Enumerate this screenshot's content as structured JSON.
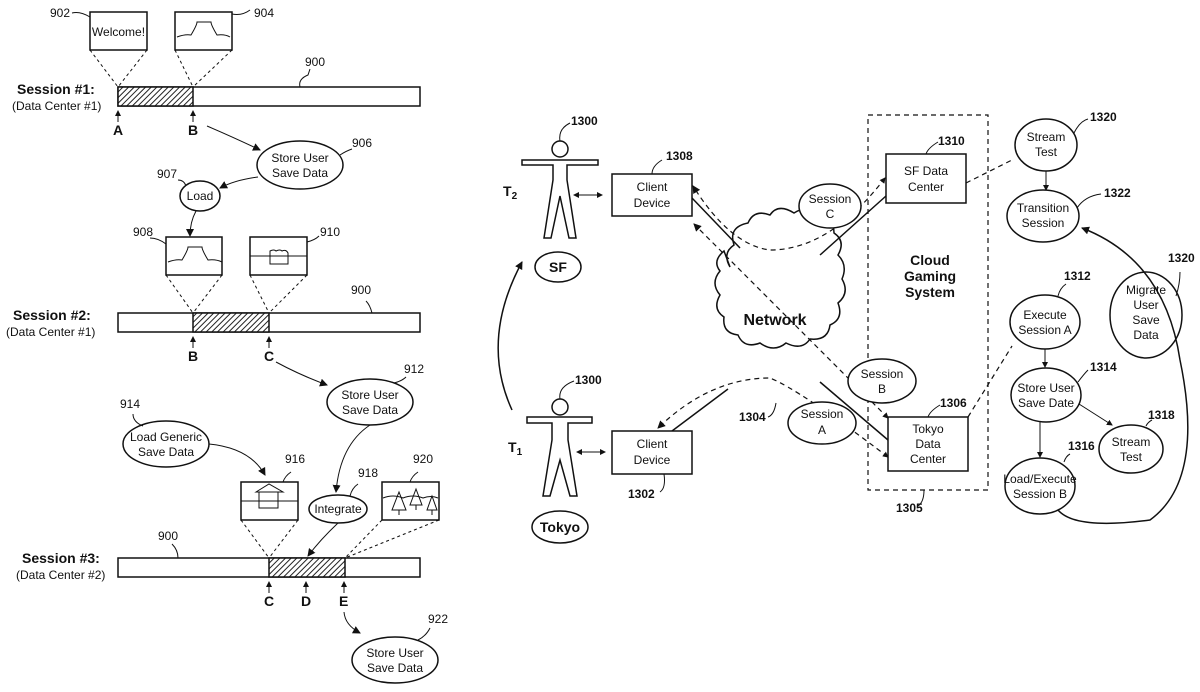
{
  "left_figure": {
    "sessions": [
      {
        "title": "Session #1:",
        "subtitle": "(Data Center #1)",
        "bar_ref": "900",
        "markers": [
          "A",
          "B"
        ]
      },
      {
        "title": "Session #2:",
        "subtitle": "(Data Center #1)",
        "bar_ref": "900",
        "markers": [
          "B",
          "C"
        ]
      },
      {
        "title": "Session #3:",
        "subtitle": "(Data Center #2)",
        "bar_ref": "900",
        "markers": [
          "C",
          "D",
          "E"
        ]
      }
    ],
    "frames": {
      "f902": {
        "ref": "902",
        "text": "Welcome!"
      },
      "f904": {
        "ref": "904"
      },
      "f908": {
        "ref": "908"
      },
      "f910": {
        "ref": "910"
      },
      "f916": {
        "ref": "916"
      },
      "f920": {
        "ref": "920"
      }
    },
    "nodes": {
      "n906": {
        "ref": "906",
        "line1": "Store User",
        "line2": "Save Data"
      },
      "n907": {
        "ref": "907",
        "line1": "Load"
      },
      "n912": {
        "ref": "912",
        "line1": "Store User",
        "line2": "Save Data"
      },
      "n914": {
        "ref": "914",
        "line1": "Load Generic",
        "line2": "Save Data"
      },
      "n918": {
        "ref": "918",
        "line1": "Integrate"
      },
      "n922": {
        "ref": "922",
        "line1": "Store User",
        "line2": "Save Data"
      }
    }
  },
  "right_figure": {
    "users": [
      {
        "ref": "1300",
        "time": "T",
        "time_sub": "2",
        "location": "SF"
      },
      {
        "ref": "1300",
        "time": "T",
        "time_sub": "1",
        "location": "Tokyo"
      }
    ],
    "client_devices": [
      {
        "ref": "1308",
        "line1": "Client",
        "line2": "Device"
      },
      {
        "ref": "1302",
        "line1": "Client",
        "line2": "Device"
      }
    ],
    "network": {
      "ref": "1304",
      "label": "Network"
    },
    "cloud_system": {
      "ref": "1305",
      "line1": "Cloud",
      "line2": "Gaming",
      "line3": "System"
    },
    "data_centers": [
      {
        "ref": "1310",
        "line1": "SF Data",
        "line2": "Center"
      },
      {
        "ref": "1306",
        "line1": "Tokyo",
        "line2": "Data",
        "line3": "Center"
      }
    ],
    "sessions": [
      {
        "line1": "Session",
        "line2": "C"
      },
      {
        "line1": "Session",
        "line2": "B"
      },
      {
        "line1": "Session",
        "line2": "A"
      }
    ],
    "flow": {
      "stream_test_top": {
        "ref": "1320",
        "line1": "Stream",
        "line2": "Test"
      },
      "transition": {
        "ref": "1322",
        "line1": "Transition",
        "line2": "Session"
      },
      "execute_a": {
        "ref": "1312",
        "line1": "Execute",
        "line2": "Session A"
      },
      "migrate": {
        "ref": "1320",
        "line1": "Migrate",
        "line2": "User",
        "line3": "Save",
        "line4": "Data"
      },
      "store": {
        "ref": "1314",
        "line1": "Store User",
        "line2": "Save Date"
      },
      "stream_test_bottom": {
        "ref": "1318",
        "line1": "Stream",
        "line2": "Test"
      },
      "load_execute_b": {
        "ref": "1316",
        "line1": "Load/Execute",
        "line2": "Session B"
      }
    }
  }
}
